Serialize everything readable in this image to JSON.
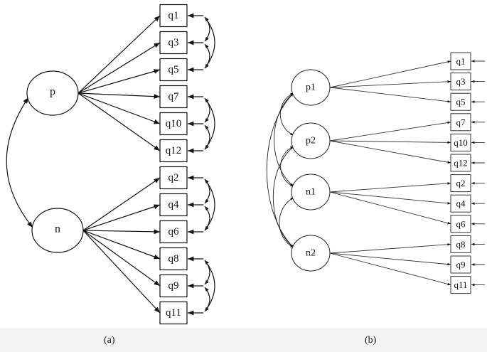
{
  "panels": [
    {
      "label": "(a)",
      "latents": [
        "p",
        "n"
      ],
      "indicators": [
        {
          "name": "q1",
          "factor": "p"
        },
        {
          "name": "q3",
          "factor": "p"
        },
        {
          "name": "q5",
          "factor": "p"
        },
        {
          "name": "q7",
          "factor": "p"
        },
        {
          "name": "q10",
          "factor": "p"
        },
        {
          "name": "q12",
          "factor": "p"
        },
        {
          "name": "q2",
          "factor": "n"
        },
        {
          "name": "q4",
          "factor": "n"
        },
        {
          "name": "q6",
          "factor": "n"
        },
        {
          "name": "q8",
          "factor": "n"
        },
        {
          "name": "q9",
          "factor": "n"
        },
        {
          "name": "q11",
          "factor": "n"
        }
      ],
      "latent_covariances": [
        [
          "p",
          "n"
        ]
      ],
      "residual_covariance_groups": [
        [
          "q1",
          "q3",
          "q5"
        ],
        [
          "q7",
          "q10",
          "q12"
        ],
        [
          "q2",
          "q4",
          "q6"
        ],
        [
          "q8",
          "q9",
          "q11"
        ]
      ]
    },
    {
      "label": "(b)",
      "latents": [
        "p1",
        "p2",
        "n1",
        "n2"
      ],
      "indicators": [
        {
          "name": "q1",
          "factor": "p1"
        },
        {
          "name": "q3",
          "factor": "p1"
        },
        {
          "name": "q5",
          "factor": "p1"
        },
        {
          "name": "q7",
          "factor": "p2"
        },
        {
          "name": "q10",
          "factor": "p2"
        },
        {
          "name": "q12",
          "factor": "p2"
        },
        {
          "name": "q2",
          "factor": "n1"
        },
        {
          "name": "q4",
          "factor": "n1"
        },
        {
          "name": "q6",
          "factor": "n1"
        },
        {
          "name": "q8",
          "factor": "n2"
        },
        {
          "name": "q9",
          "factor": "n2"
        },
        {
          "name": "q11",
          "factor": "n2"
        }
      ],
      "latent_covariances": [
        [
          "p1",
          "p2"
        ],
        [
          "p1",
          "n1"
        ],
        [
          "p1",
          "n2"
        ],
        [
          "p2",
          "n1"
        ],
        [
          "p2",
          "n2"
        ],
        [
          "n1",
          "n2"
        ]
      ]
    }
  ]
}
